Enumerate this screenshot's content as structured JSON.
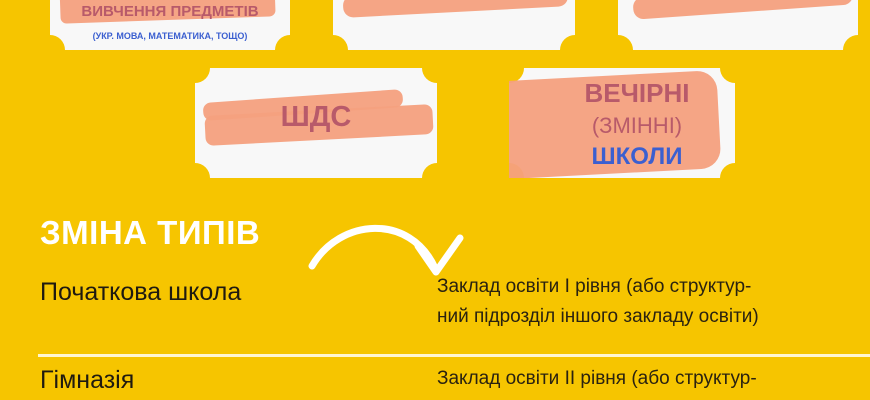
{
  "colors": {
    "background": "#F6C500",
    "card": "#F8F8F8",
    "scribble": "#F4A07E",
    "red_text": "#B85A6A",
    "blue_text": "#3B5FD0"
  },
  "cards": [
    {
      "line1": "ВИВЧЕННЯ ПРЕДМЕТІВ",
      "line2": "(УКР. МОВА, МАТЕМАТИКА, ТОЩО)"
    },
    {
      "label": "ШДС"
    },
    {
      "line1": "ВЕЧІРНІ",
      "line2": "(ЗМІННІ)",
      "line3": "ШКОЛИ"
    }
  ],
  "section": {
    "heading": "ЗМІНА ТИПІВ",
    "arrow_icon": "curved-arrow-icon",
    "rows": [
      {
        "left": "Початкова школа",
        "right_line1": "Заклад освіти І рівня (або структур-",
        "right_line2": "ний підрозділ іншого закладу освіти)"
      },
      {
        "left": "Гімназія",
        "right_line1": "Заклад освіти ІІ рівня (або структур-"
      }
    ]
  }
}
